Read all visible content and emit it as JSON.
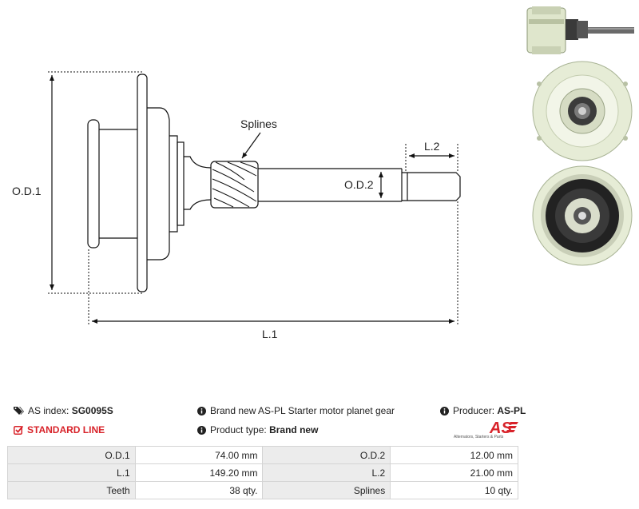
{
  "drawing": {
    "labels": {
      "od1": "O.D.1",
      "od2": "O.D.2",
      "l1": "L.1",
      "l2": "L.2",
      "splines": "Splines"
    }
  },
  "photos": {
    "items": [
      "side-view",
      "top-view",
      "bottom-view"
    ]
  },
  "info": {
    "as_index_label": "AS index:",
    "as_index_value": "SG0095S",
    "line": "STANDARD LINE",
    "description": "Brand new AS-PL Starter motor planet gear",
    "product_type_label": "Product type:",
    "product_type_value": "Brand new",
    "producer_label": "Producer:",
    "producer_value": "AS-PL",
    "logo_text": "AS",
    "logo_tagline": "Alternators, Starters & Parts"
  },
  "specs": [
    {
      "l1": "O.D.1",
      "v1": "74.00 mm",
      "l2": "O.D.2",
      "v2": "12.00 mm"
    },
    {
      "l1": "L.1",
      "v1": "149.20 mm",
      "l2": "L.2",
      "v2": "21.00 mm"
    },
    {
      "l1": "Teeth",
      "v1": "38 qty.",
      "l2": "Splines",
      "v2": "10 qty."
    }
  ],
  "colors": {
    "accent_red": "#d8232a",
    "photo_plastic": "#e6ecd6",
    "table_label_bg": "#ececec"
  }
}
